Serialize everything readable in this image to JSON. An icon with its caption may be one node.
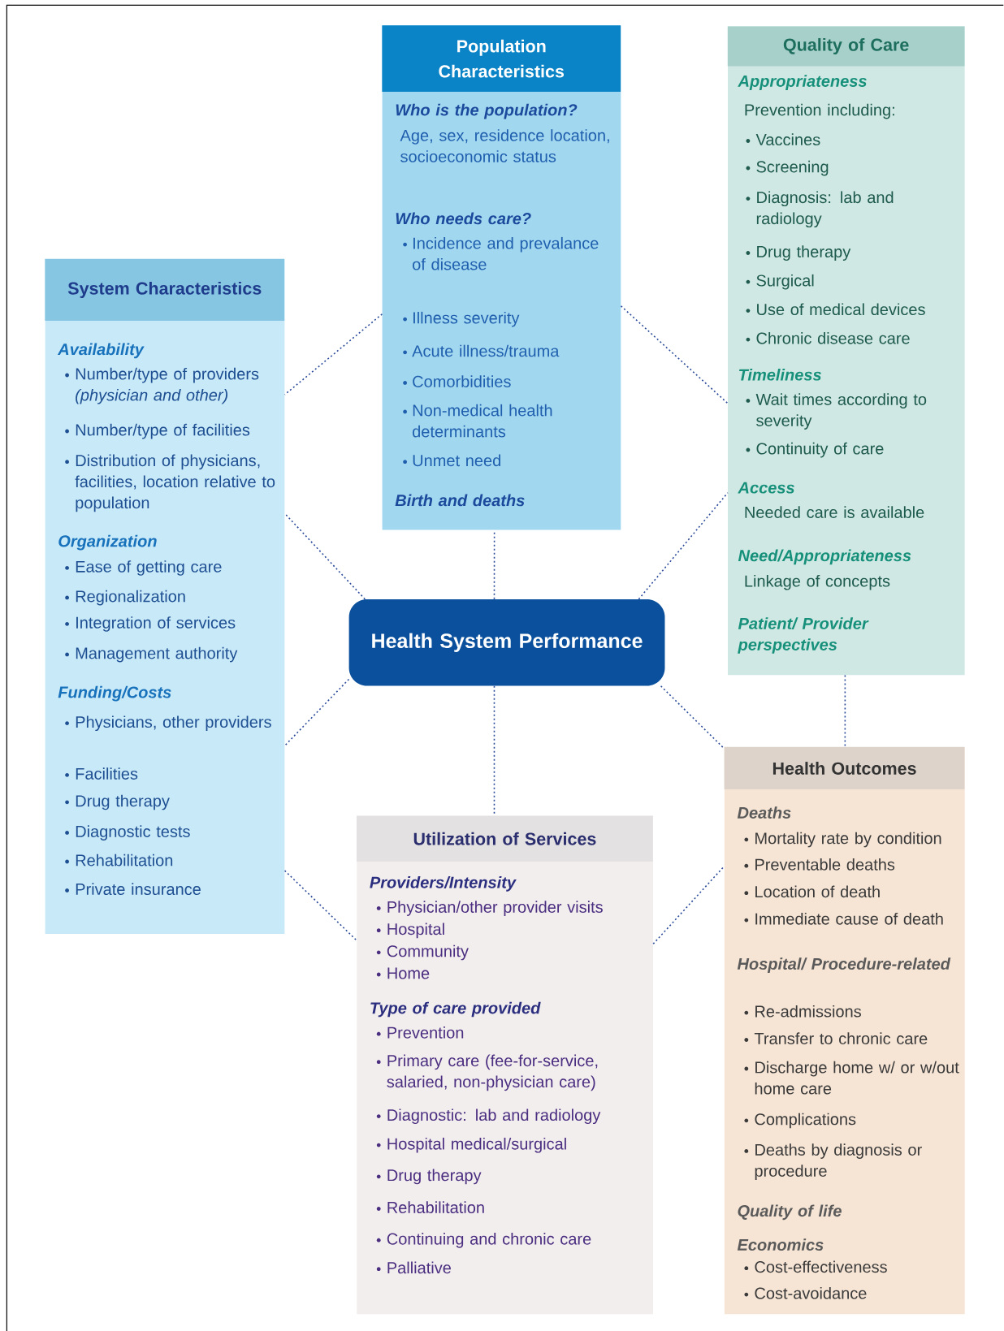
{
  "diagram": {
    "nodes": [
      {
        "text": [
          "Population Characteristics",
          "Who is the population?",
          "Age, sex, residence location, socioeconomic status",
          "Who needs care?",
          "Incidence and prevalance of disease",
          "Illness severity",
          "Acute illness/trauma",
          "Comorbidities",
          "Non-medical health determinants",
          "Unmet need",
          "Birth and deaths"
        ]
      },
      {
        "text": [
          "Quality of Care",
          "Appropriateness",
          "Prevention including:",
          "Vaccines",
          "Screening",
          "Diagnosis: lab and radiology",
          "Drug therapy",
          "Surgical",
          "Use of medical devices",
          "Chronic disease care",
          "Timeliness",
          "Wait times according to severity",
          "Continuity of care",
          "Access",
          "Needed care is available",
          "Need/Appropriateness",
          "Linkage of concepts",
          "Patient/ Provider perspectives"
        ]
      },
      {
        "text": [
          "System Characteristics",
          "Availability",
          "Number/type of providers *(physician and other)*",
          "Number/type of facilities",
          "Distribution of physicians, facilities, location relative to population",
          "Organization",
          "Ease of getting care",
          "Regionalization",
          "Integration of services",
          "Management authority",
          "Funding/Costs",
          "Physicians, other providers",
          "Facilities",
          "Drug therapy",
          "Diagnostic tests",
          "Rehabilitation",
          "Private insurance"
        ]
      },
      {
        "text": [
          "Health System Performance"
        ]
      },
      {
        "text": [
          "Utilization of Services",
          "Providers/Intensity",
          "Physician/other provider visits",
          "Hospital",
          "Community",
          "Home",
          "Type of care provided",
          "Prevention",
          "Primary care (fee-for-service, salaried, non-physician care)",
          "Diagnostic: lab and radiology",
          "Hospital medical/surgical",
          "Drug therapy",
          "Rehabilitation",
          "Continuing and chronic care",
          "Palliative"
        ]
      },
      {
        "text": [
          "Health Outcomes",
          "Deaths",
          "Mortality rate by condition",
          "Preventable deaths",
          "Location of death",
          "Immediate cause of death",
          "Hospital/ Procedure-related",
          "Re-admissions",
          "Transfer to chronic care",
          "Discharge home w/ or w/out home care",
          "Complications",
          "Deaths by diagnosis or procedure",
          "Quality of life",
          "Economics",
          "Cost-effectiveness",
          "Cost-avoidance"
        ]
      }
    ],
    "edges": [
      {
        "from": 3,
        "to": 0,
        "arrow": "none",
        "style": "dashed"
      },
      {
        "from": 3,
        "to": 2,
        "arrow": "none",
        "style": "dashed"
      },
      {
        "from": 3,
        "to": 2,
        "arrow": "none",
        "style": "dashed"
      },
      {
        "from": 3,
        "to": 1,
        "arrow": "none",
        "style": "dashed"
      },
      {
        "from": 3,
        "to": 5,
        "arrow": "none",
        "style": "dashed"
      },
      {
        "from": 3,
        "to": 4,
        "arrow": "none",
        "style": "dashed"
      },
      {
        "from": 0,
        "to": 2,
        "arrow": "none",
        "style": "dashed"
      },
      {
        "from": 0,
        "to": 1,
        "arrow": "none",
        "style": "dashed"
      },
      {
        "from": 1,
        "to": 5,
        "arrow": "none",
        "style": "dashed"
      },
      {
        "from": 2,
        "to": 4,
        "arrow": "none",
        "style": "dashed"
      },
      {
        "from": 4,
        "to": 5,
        "arrow": "none",
        "style": "dashed"
      }
    ]
  }
}
